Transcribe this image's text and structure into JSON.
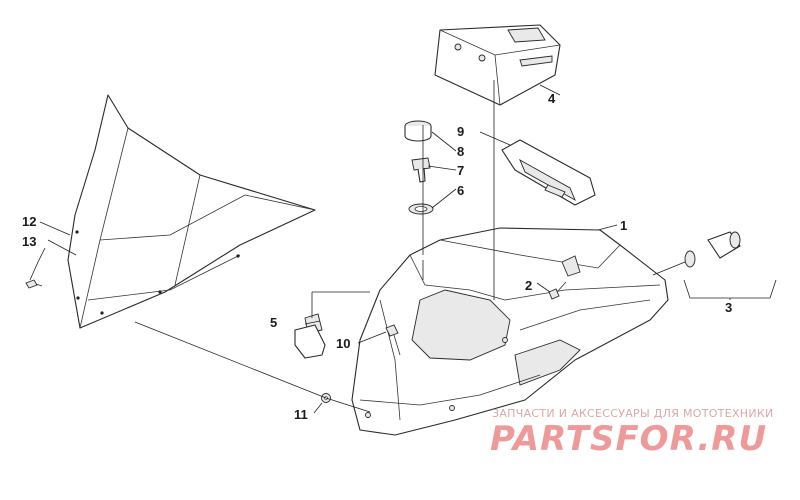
{
  "callouts": {
    "c1": "1",
    "c2": "2",
    "c3": "3",
    "c4": "4",
    "c5": "5",
    "c6": "6",
    "c7": "7",
    "c8": "8",
    "c9": "9",
    "c10": "10",
    "c11": "11",
    "c12": "12",
    "c13": "13"
  },
  "watermark": {
    "tagline": "ЗАПЧАСТИ И АКСЕССУАРЫ ДЛЯ МОТОТЕХНИКИ",
    "logo": "PARTSFOR.RU"
  },
  "colors": {
    "line": "#2a2a2a",
    "watermark": "#ef9a9a"
  }
}
